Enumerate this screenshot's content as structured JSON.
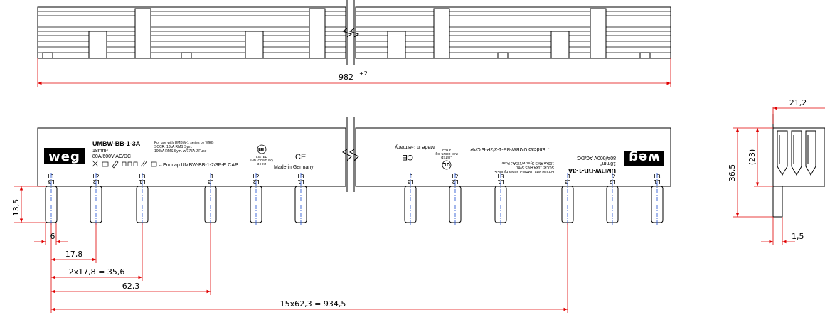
{
  "colors": {
    "outline": "#000000",
    "dimension": "#e00000",
    "centerline": "#1a4bd1",
    "fill": "#ffffff"
  },
  "dimensions": {
    "overall_length": "982",
    "overall_tolerance": "+2",
    "pin_length": "13,5",
    "pin_width": "6",
    "pitch_1": "17,8",
    "pitch_2": "2x17,8 = 35,6",
    "pitch_3": "62,3",
    "total_pitch": "15x62,3 = 934,5",
    "side_width": "21,2",
    "side_height": "36,5",
    "side_inner_height": "(23)",
    "side_thickness": "1,5"
  },
  "label": {
    "logo": "weg",
    "model": "UMBW-BB-1-3A",
    "cross_section": "18mm²",
    "rating": "80A/600V AC/DC",
    "use_line_1": "For use with UMBW-1 series by WEG",
    "use_line_2": "SCCR: 10kA RMS Sym.",
    "use_line_3": "100kA RMS Sym. w/175A J Fuse",
    "endcap": "←Endcap UMBW-BB-1-2/3P-E CAP",
    "ul_line_1": "LISTED",
    "ul_line_2": "IND. CONT. EQ",
    "ul_line_3": "3 HXJ",
    "ce": "CE",
    "made_in": "Made in Germany"
  },
  "phases": [
    "L1",
    "L2",
    "L3",
    "L1",
    "L2",
    "L3",
    "L1",
    "L2",
    "L3",
    "L1",
    "L2",
    "L3"
  ],
  "phase_sub": [
    "L3",
    "L2",
    "L1",
    "L3",
    "L2",
    "L1",
    "L3",
    "L2",
    "L1",
    "L3",
    "L2",
    "L1"
  ]
}
